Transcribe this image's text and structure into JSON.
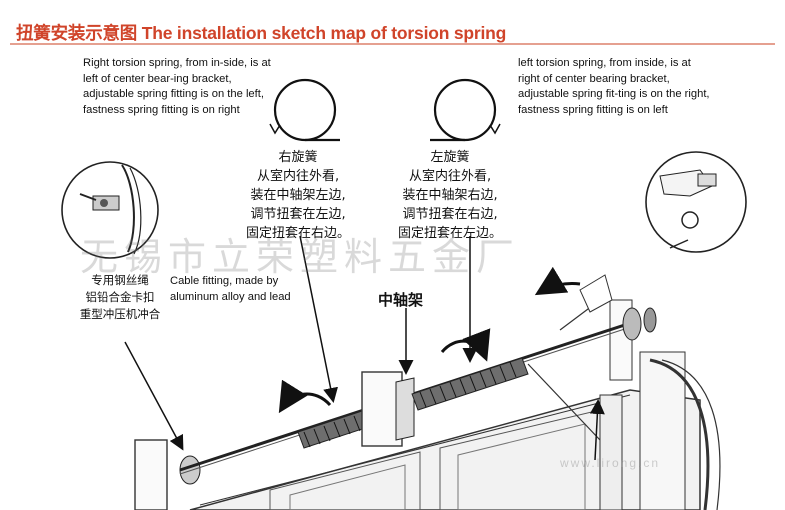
{
  "header": {
    "title": "扭簧安装示意图 The installation sketch map of torsion spring"
  },
  "right_torsion": {
    "en": "Right torsion spring, from in-side, is at left of center bear-ing bracket, adjustable spring fitting is on the left, fastness spring fitting is on right",
    "cn_lines": [
      "右旋簧",
      "从室内往外看,",
      "装在中轴架左边,",
      "调节扭套在左边,",
      "固定扭套在右边。"
    ]
  },
  "left_torsion": {
    "en": "left torsion spring, from inside, is at right of center bearing bracket, adjustable spring fit-ting is on the right,  fastness spring fitting is on left",
    "cn_lines": [
      "左旋簧",
      "从室内往外看,",
      "装在中轴架右边,",
      "调节扭套在右边,",
      "固定扭套在左边。"
    ]
  },
  "cable_fitting": {
    "cn_lines": [
      "专用钢丝绳",
      "铝铅合金卡扣",
      "重型冲压机冲合"
    ],
    "en": "Cable fitting, made by aluminum alloy and lead"
  },
  "center_axis_label": "中轴架",
  "watermark": "无锡市立荣塑料五金厂",
  "watermark_url": "www.lirong.cn"
}
